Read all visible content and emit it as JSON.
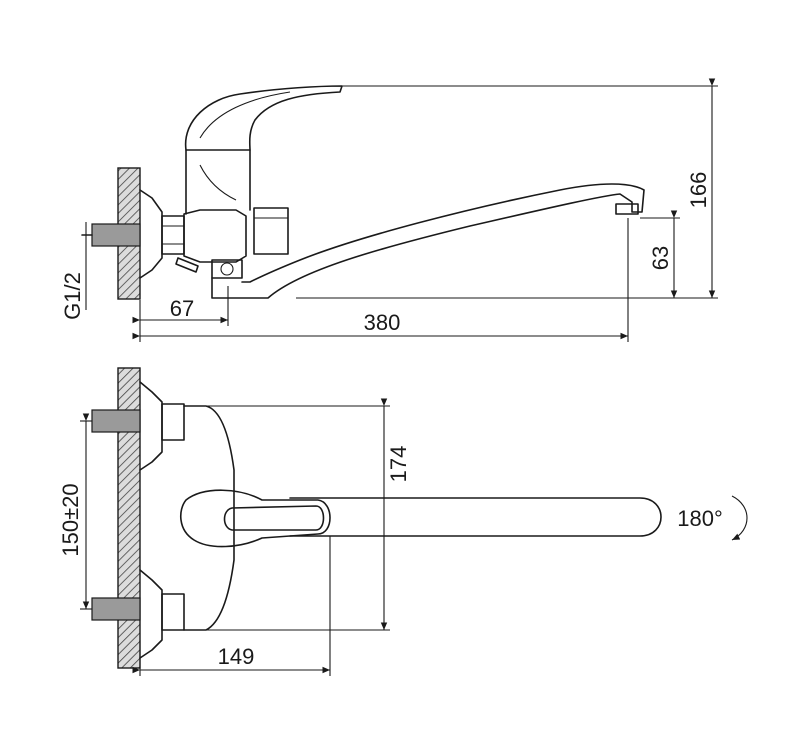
{
  "dimensions": {
    "top_view": {
      "height_total": "166",
      "spout_height": "63",
      "offset_wall": "67",
      "spout_reach": "380",
      "thread": "G1/2"
    },
    "front_view": {
      "body_height": "174",
      "center_distance": "150±20",
      "body_depth": "149",
      "rotation": "180°"
    }
  }
}
